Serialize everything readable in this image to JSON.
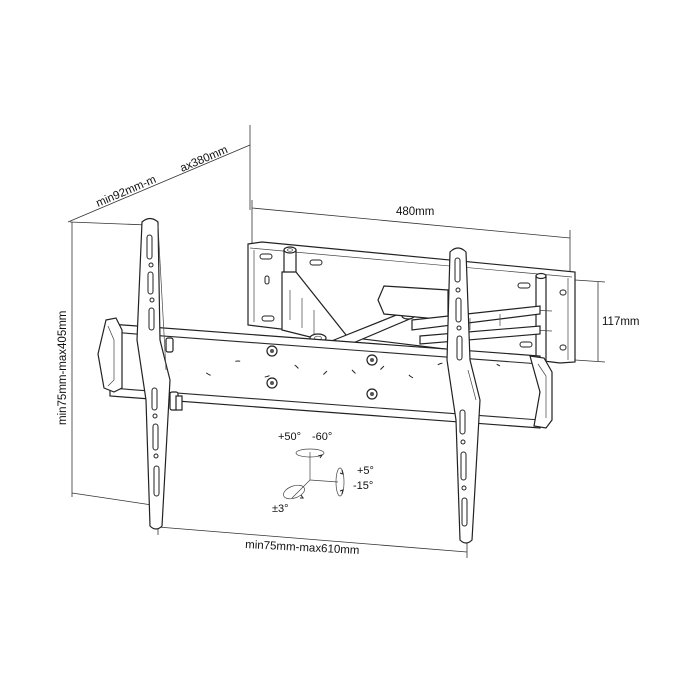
{
  "diagram": {
    "subject": "Full-motion TV wall mount bracket",
    "dimensions": {
      "arm_extension": "min92mm-m   ax380mm",
      "arm_extension_min": "min92mm-m",
      "arm_extension_max": "ax380mm",
      "wall_plate_width": "480mm",
      "wall_plate_height": "117mm",
      "vertical_hole_spacing": "min75mm-max405mm",
      "horizontal_hole_spacing": "min75mm-max610mm"
    },
    "rotation": {
      "swivel_label": "+50°  -60°",
      "swivel_left": "+50°",
      "swivel_right": "-60°",
      "tilt_up": "+5°",
      "tilt_down": "-15°",
      "level": "±3°"
    },
    "colors": {
      "line": "#2a2a2a",
      "background": "#ffffff",
      "text": "#111111"
    }
  }
}
